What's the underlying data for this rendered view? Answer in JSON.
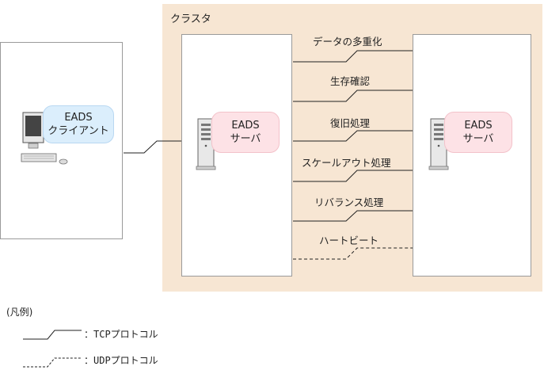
{
  "cluster": {
    "label": "クラスタ"
  },
  "client": {
    "label_line1": "EADS",
    "label_line2": "クライアント"
  },
  "server_left": {
    "label_line1": "EADS",
    "label_line2": "サーバ"
  },
  "server_right": {
    "label_line1": "EADS",
    "label_line2": "サーバ"
  },
  "connections": [
    {
      "label": "データの多重化",
      "protocol": "TCP"
    },
    {
      "label": "生存確認",
      "protocol": "TCP"
    },
    {
      "label": "復旧処理",
      "protocol": "TCP"
    },
    {
      "label": "スケールアウト処理",
      "protocol": "TCP"
    },
    {
      "label": "リバランス処理",
      "protocol": "TCP"
    },
    {
      "label": "ハートビート",
      "protocol": "UDP"
    }
  ],
  "legend": {
    "title": "(凡例)",
    "tcp_label": "：TCPプロトコル",
    "udp_label": "：UDPプロトコル"
  }
}
